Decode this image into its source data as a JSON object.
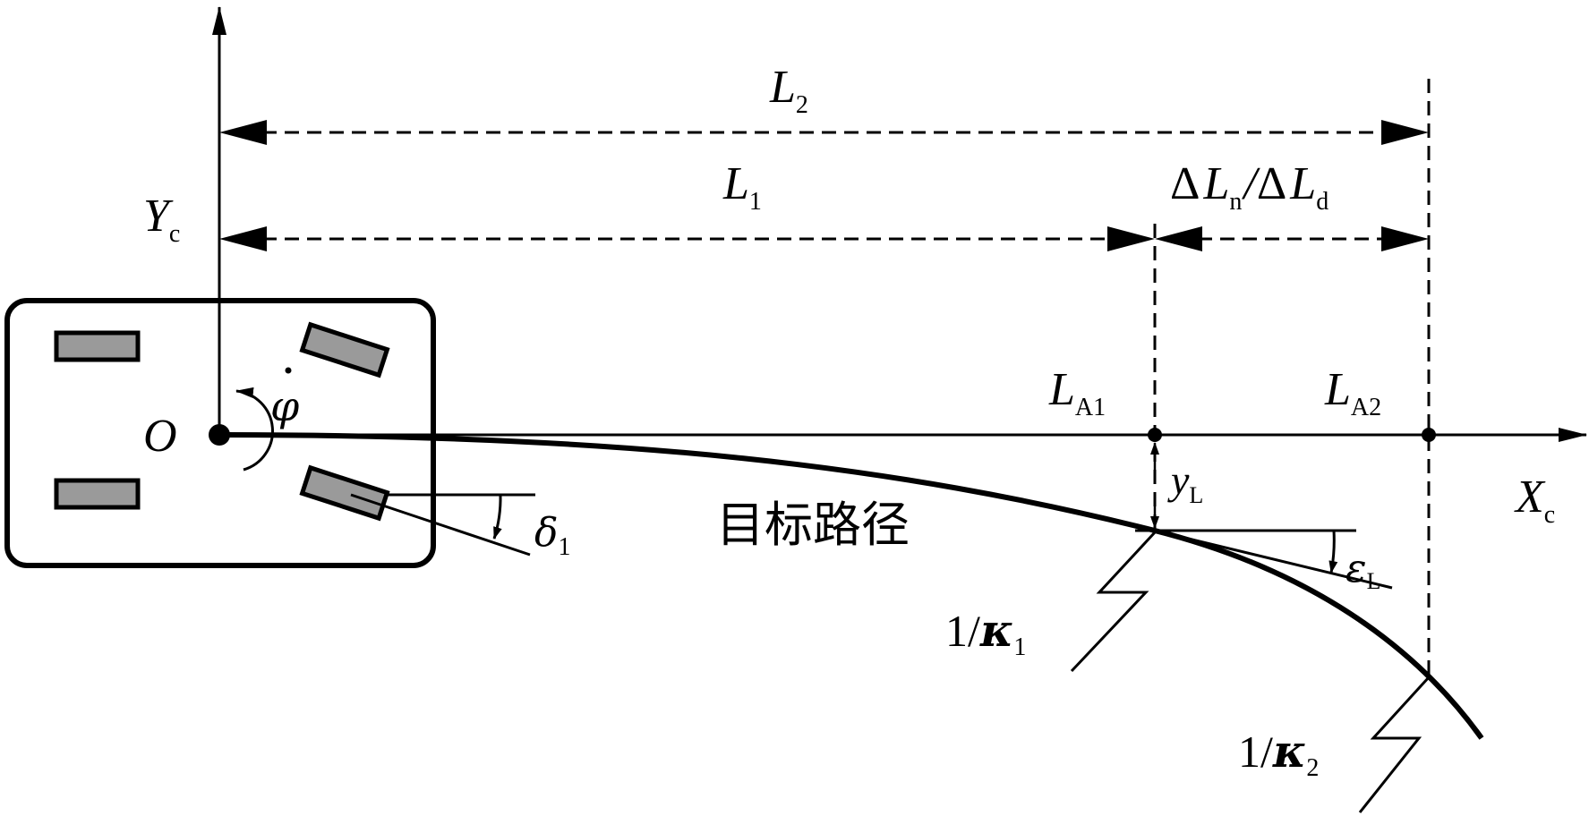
{
  "labels": {
    "L2": {
      "main": "L",
      "sub": "2"
    },
    "L1": {
      "main": "L",
      "sub": "1"
    },
    "delta_L": {
      "main1": "Δ",
      "main2": "L",
      "sub1": "n",
      "slash": "/",
      "main3": "Δ",
      "main4": "L",
      "sub2": "d"
    },
    "Yc": {
      "main": "Y",
      "sub": "c"
    },
    "Xc": {
      "main": "X",
      "sub": "c"
    },
    "O": "O",
    "phi_dot": "φ",
    "LA1": {
      "main": "L",
      "sub": "A1"
    },
    "LA2": {
      "main": "L",
      "sub": "A2"
    },
    "yL": {
      "main": "y",
      "sub": "L"
    },
    "delta1": {
      "main": "δ",
      "sub": "1"
    },
    "epsL": {
      "main": "ε",
      "sub": "L"
    },
    "kappa1": {
      "prefix": "1/",
      "main": "κ",
      "sub": "1"
    },
    "kappa2": {
      "prefix": "1/",
      "main": "κ",
      "sub": "2"
    },
    "path": "目标路径"
  },
  "colors": {
    "stroke": "#000000",
    "wheel_fill": "#9a9a9a",
    "background": "#ffffff"
  }
}
